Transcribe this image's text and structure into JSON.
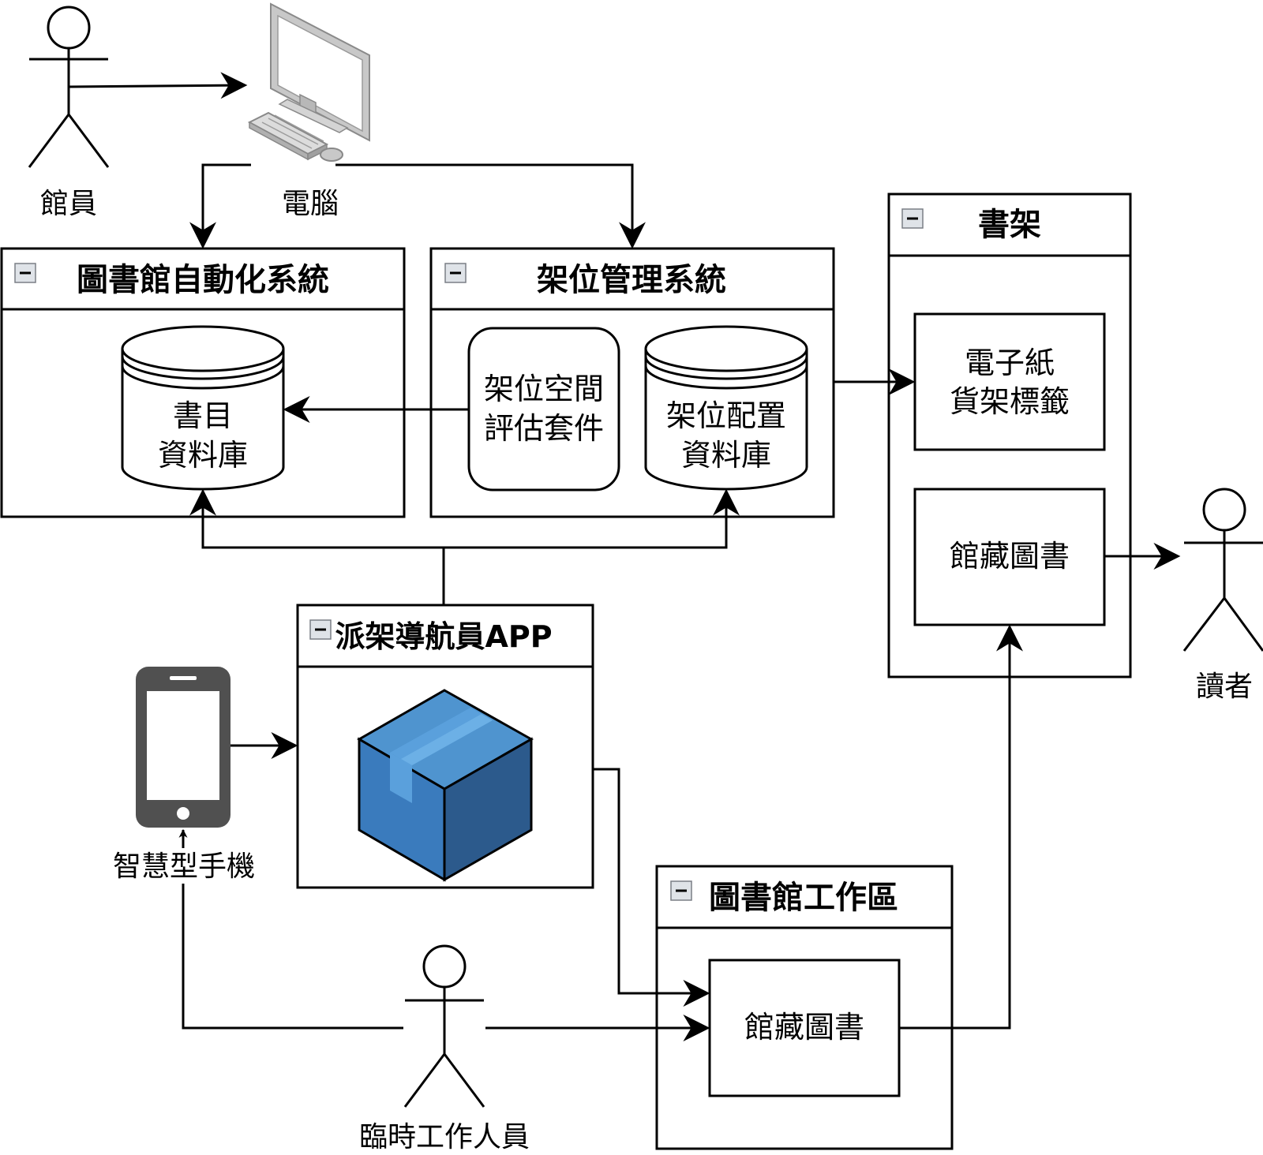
{
  "actors": {
    "librarian": "館員",
    "reader": "讀者",
    "temp_worker": "臨時工作人員"
  },
  "devices": {
    "computer": "電腦",
    "smartphone": "智慧型手機"
  },
  "containers": {
    "library_system": {
      "title": "圖書館自動化系統",
      "db_line1": "書目",
      "db_line2": "資料庫"
    },
    "shelf_system": {
      "title": "架位管理系統",
      "kit_line1": "架位空間",
      "kit_line2": "評估套件",
      "db_line1": "架位配置",
      "db_line2": "資料庫"
    },
    "bookshelf": {
      "title": "書架",
      "label_line1": "電子紙",
      "label_line2": "貨架標籤",
      "books": "館藏圖書"
    },
    "app": {
      "title": "派架導航員APP"
    },
    "workroom": {
      "title": "圖書館工作區",
      "books": "館藏圖書"
    }
  },
  "colors": {
    "cube_top": "#4f94cf",
    "cube_left": "#3a7bbd",
    "cube_right": "#2c5a8c",
    "cube_tape": "#5aa0dc",
    "phone": "#505050",
    "monitor": "#c8c8c8"
  }
}
